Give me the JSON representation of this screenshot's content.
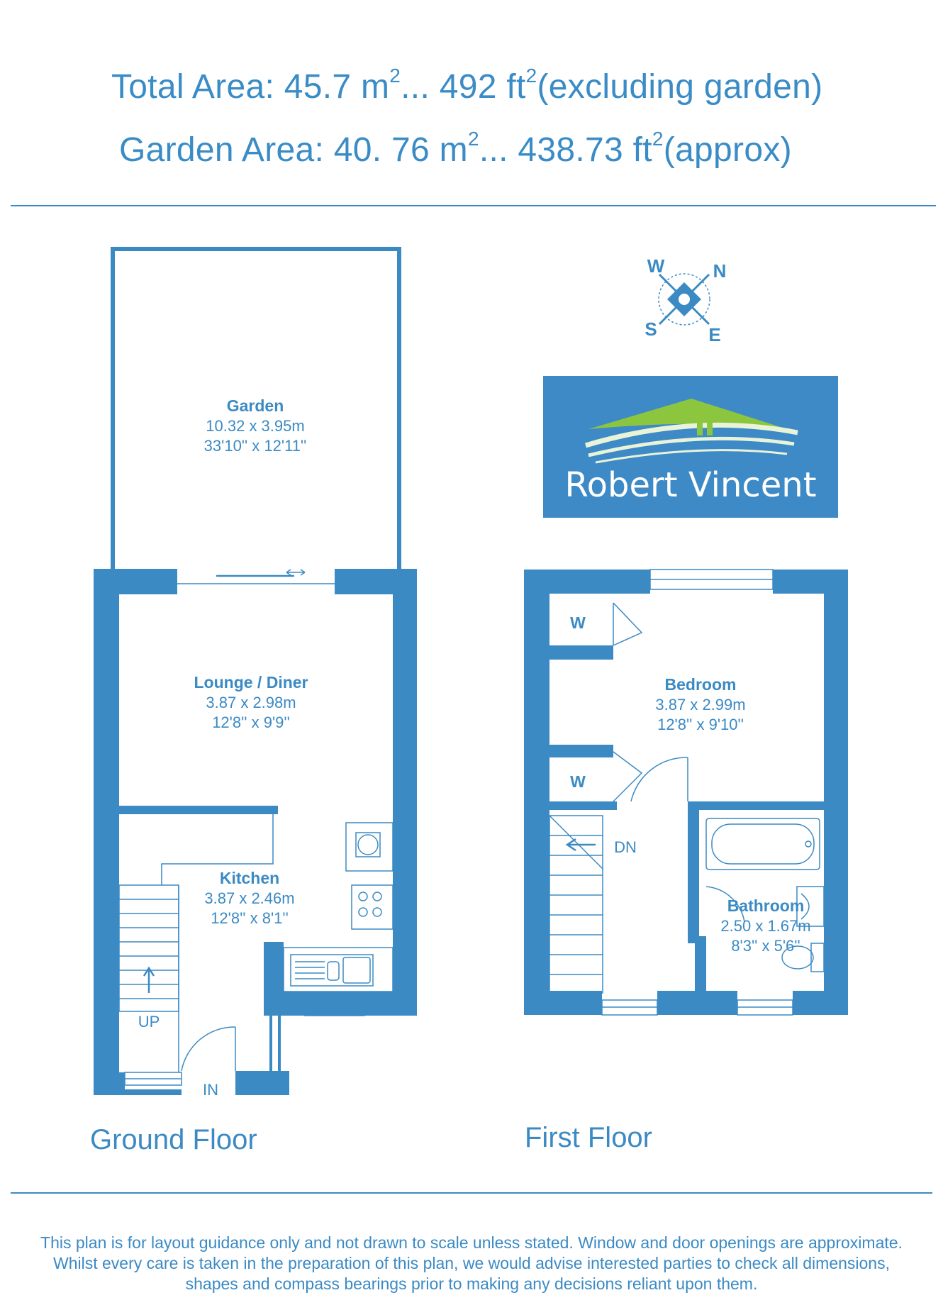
{
  "areas": {
    "total": {
      "label": "Total Area:",
      "m2": "45.7 m",
      "ft": "... 492 ft",
      "note": "(excluding garden)",
      "sup": "2"
    },
    "garden": {
      "label": "Garden Area:",
      "m2": "40. 76 m",
      "ft": "... 438.73 ft",
      "note": "(approx)",
      "sup": "2"
    }
  },
  "rooms": {
    "garden": {
      "name": "Garden",
      "metric": "10.32 x 3.95m",
      "imperial": "33'10'' x 12'11''"
    },
    "lounge": {
      "name": "Lounge / Diner",
      "metric": "3.87 x 2.98m",
      "imperial": "12'8'' x 9'9''"
    },
    "kitchen": {
      "name": "Kitchen",
      "metric": "3.87 x 2.46m",
      "imperial": "12'8'' x 8'1''"
    },
    "bedroom": {
      "name": "Bedroom",
      "metric": "3.87 x 2.99m",
      "imperial": "12'8'' x 9'10''"
    },
    "bathroom": {
      "name": "Bathroom",
      "metric": "2.50 x 1.67m",
      "imperial": "8'3'' x 5'6''"
    },
    "wardrobe_top": "W",
    "wardrobe_bottom": "W"
  },
  "markers": {
    "up": "UP",
    "in": "IN",
    "down": "DN"
  },
  "compass": {
    "w": "W",
    "n": "N",
    "s": "S",
    "e": "E"
  },
  "logo": {
    "text": "Robert Vincent"
  },
  "floors": {
    "ground": "Ground Floor",
    "first": "First Floor"
  },
  "disclaimer": [
    "This plan is for layout guidance only and not drawn to scale unless stated. Window and door openings are approximate.",
    "Whilst every care is taken in the preparation of this plan, we would advise interested parties to check all dimensions,",
    "shapes and compass bearings prior to making any decisions reliant upon them."
  ],
  "colors": {
    "wall": "#3b8ac4",
    "text": "#3b8ac4",
    "logo_bg": "#3d8ac6",
    "logo_green": "#8cc63f"
  }
}
